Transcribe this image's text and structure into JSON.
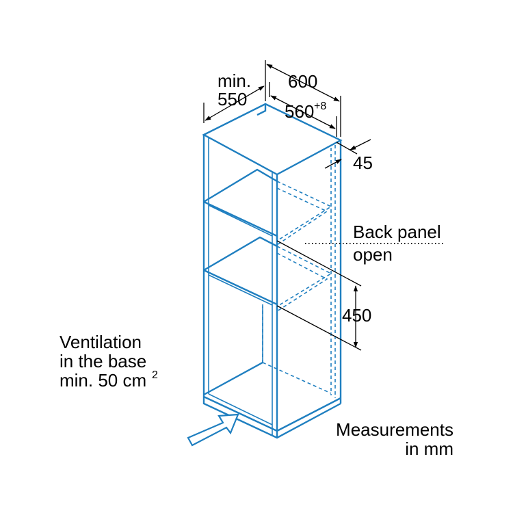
{
  "dimensions": {
    "min_label": "min.",
    "depth_min": "550",
    "width": "600",
    "inner_width": "560",
    "inner_width_tolerance": "+8",
    "top_gap": "45",
    "shelf_height": "450"
  },
  "back_panel": {
    "line1": "Back panel",
    "line2": "open"
  },
  "ventilation": {
    "line1": "Ventilation",
    "line2": "in the base",
    "line3": "min. 50 cm",
    "line3_sup": "2"
  },
  "units": {
    "line1": "Measurements",
    "line2": "in mm"
  },
  "colors": {
    "cabinet": "#1f7fc0",
    "text": "#000000"
  },
  "icons": {
    "ventilation_arrow": "arrow-right-up"
  }
}
